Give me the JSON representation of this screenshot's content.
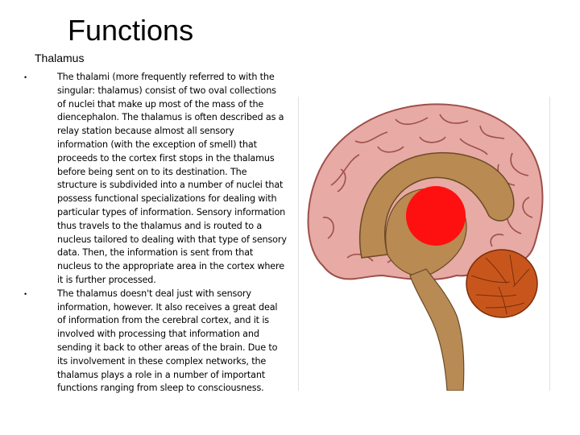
{
  "slide": {
    "title": "Functions",
    "subtitle": "Thalamus",
    "bullets": [
      {
        "marker": "•",
        "text": "The thalami (more frequently referred to with the singular: thalamus) consist of two oval collections of nuclei that make up most of the mass of the diencephalon. The thalamus is often described as a relay station because almost all sensory information (with the exception of smell) that proceeds to the cortex first stops in the thalamus before being sent on to its destination. The structure is subdivided into a number of nuclei that possess functional specializations for dealing with particular types of information. Sensory information thus travels to the thalamus and is routed to a nucleus tailored to dealing with that type of sensory data. Then, the information is sent from that nucleus to the appropriate area in the cortex where it is further processed."
      },
      {
        "marker": "•",
        "text": "The thalamus doesn't deal just with sensory information, however. It also receives a great deal of information from the cerebral cortex, and it is involved with processing that information and sending it back to other areas of the brain. Due to its involvement in these complex networks, the thalamus plays a role in a number of important functions ranging from sleep to consciousness."
      }
    ]
  },
  "figure": {
    "colors": {
      "cortex": "#e7aaa4",
      "cortex_outline": "#9e4f4a",
      "core": "#b98a52",
      "core_outline": "#6b4a26",
      "thalamus": "#ff1010",
      "cerebellum": "#c8561c",
      "cerebellum_lines": "#7a2e0a",
      "brainstem": "#b88b55"
    }
  }
}
